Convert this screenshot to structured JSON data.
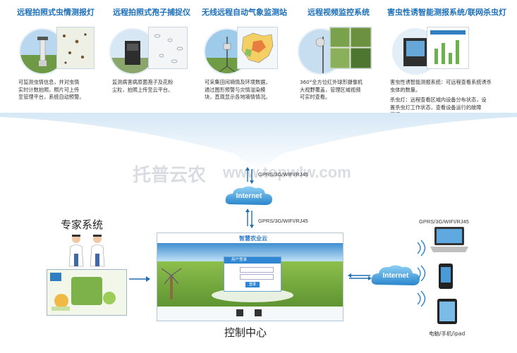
{
  "top_titles": [
    "远程拍照式虫情测报灯",
    "远程拍照式孢子捕捉仪",
    "无线远程自动气象监测站",
    "远程视频监控系统",
    "害虫性诱智能测报系统/联网杀虫灯"
  ],
  "descriptions": [
    [
      "可监测虫情信息，并对虫情",
      "实时计数拍照，照片可上传",
      "至管理平台，系统自动预警。"
    ],
    [
      "监测病害病原菌孢子及花粉",
      "尘粒，拍照上传至云平台。"
    ],
    [
      "可采集田间墒情及环境数据，",
      "通过图形预警与灾情溢染模",
      "块，直观显示各地墒情情况。"
    ],
    [
      "360°全方位红外球形摄像机",
      "大视野覆盖，管理区域视频",
      "可实时查看。"
    ],
    [
      "害虫性诱智能测报系统：可远程查看系统诱杀",
      "虫体的数量。",
      "杀虫灯：远程查看区域内设备分布状态，设",
      "置杀虫灯工作状态，查看设备运行的故障",
      "情况。"
    ]
  ],
  "watermark": {
    "cn": "托普云农",
    "url": "www.topwlw.com"
  },
  "network": {
    "label_top": "GPRS/3G/WIFI/RJ45",
    "label_mid": "GPRS/3G/WIFI/RJ45",
    "label_right": "GPRS/3G/WIFI/RJ45",
    "internet_1": "Internet",
    "internet_2": "Internet"
  },
  "expert_label": "专家系统",
  "control_label": "控制中心",
  "devices_label": "电脑/手机/ipad",
  "portal": {
    "logo": "智慧农业云",
    "login_title": "用户登录",
    "button": "登录"
  },
  "colors": {
    "title_blue": "#1c6fb8",
    "cloud_blue": "#3a9ad9",
    "arrow_blue": "#1f6fb2"
  }
}
